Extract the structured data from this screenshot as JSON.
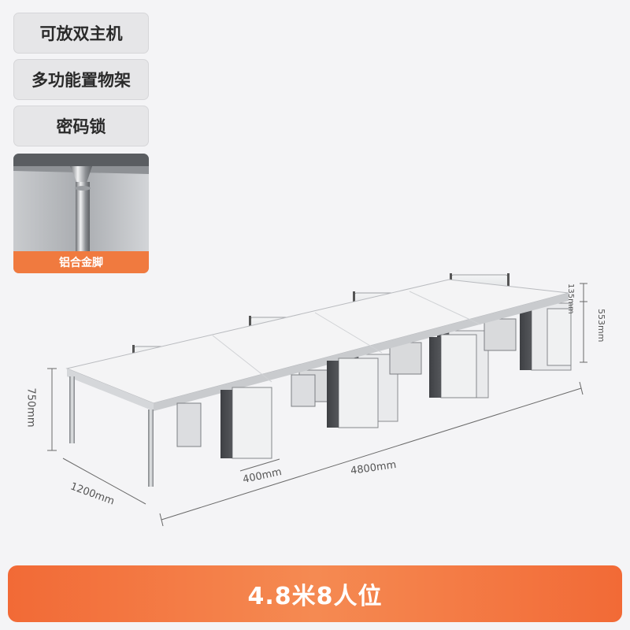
{
  "features": [
    {
      "label": "可放双主机"
    },
    {
      "label": "多功能置物架"
    },
    {
      "label": "密码锁"
    }
  ],
  "thumbnail": {
    "caption": "铝合金脚"
  },
  "dimensions": {
    "height": "750mm",
    "depth": "1200mm",
    "shelf_width": "400mm",
    "length": "4800mm",
    "partition_top": "135mm",
    "partition_bottom": "553mm"
  },
  "banner": {
    "title": "4.8米8人位"
  },
  "colors": {
    "accent": "#f26a36",
    "tag_bg": "#e6e6e8",
    "cabinet": "#4a4c50"
  }
}
